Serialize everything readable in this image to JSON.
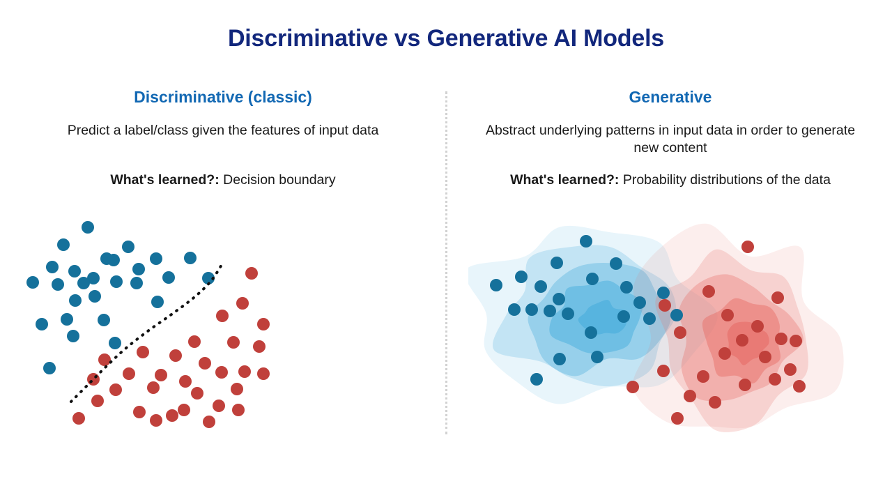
{
  "slide": {
    "title": "Discriminative vs Generative AI Models",
    "background": "#ffffff",
    "title_color": "#12277C",
    "heading_color": "#1268B3",
    "divider": "vertical-dotted-divider"
  },
  "palette": {
    "title_navy": "#12277C",
    "heading_blue": "#1268B3",
    "class_a_blue": "#15719B",
    "class_b_red": "#C0403B",
    "boundary_black": "#111111",
    "divider_gray": "#d2d2d2"
  },
  "columns": [
    {
      "id": "discriminative",
      "heading": "Discriminative (classic)",
      "description": "Predict a label/class given the features of input data",
      "learned_label": "What's learned?:",
      "learned_value": "Decision boundary",
      "figure": {
        "kind": "scatter-with-decision-boundary",
        "caption": "Two-class scatter separated by a dashed S-shaped decision boundary"
      }
    },
    {
      "id": "generative",
      "heading": "Generative",
      "description": "Abstract underlying patterns in input data in order to generate new content",
      "learned_label": "What's learned?:",
      "learned_value": "Probability distributions of the data",
      "figure": {
        "kind": "scatter-with-density-contours",
        "caption": "Two clusters each wrapped in nested probability-density contour bands"
      }
    }
  ],
  "chart_data": [
    {
      "id": "discriminative-scatter",
      "type": "scatter",
      "title": "Discriminative (classic)",
      "xlabel": "",
      "ylabel": "",
      "grid": false,
      "legend": false,
      "xlim": [
        0,
        580
      ],
      "ylim": [
        0,
        340
      ],
      "point_radius": 9,
      "series": [
        {
          "name": "class-a",
          "color": "#15719B",
          "points": [
            [
              96,
              26
            ],
            [
              61,
              51
            ],
            [
              154,
              54
            ],
            [
              123,
              71
            ],
            [
              45,
              83
            ],
            [
              77,
              89
            ],
            [
              104,
              99
            ],
            [
              133,
              73
            ],
            [
              17,
              105
            ],
            [
              53,
              108
            ],
            [
              90,
              106
            ],
            [
              169,
              86
            ],
            [
              194,
              71
            ],
            [
              212,
              98
            ],
            [
              243,
              70
            ],
            [
              269,
              99
            ],
            [
              137,
              104
            ],
            [
              166,
              106
            ],
            [
              78,
              131
            ],
            [
              106,
              125
            ],
            [
              196,
              133
            ],
            [
              66,
              158
            ],
            [
              119,
              159
            ],
            [
              30,
              165
            ],
            [
              75,
              182
            ],
            [
              135,
              192
            ],
            [
              41,
              228
            ]
          ]
        },
        {
          "name": "class-b",
          "color": "#C0403B",
          "points": [
            [
              331,
              92
            ],
            [
              318,
              135
            ],
            [
              289,
              153
            ],
            [
              348,
              165
            ],
            [
              305,
              191
            ],
            [
              249,
              190
            ],
            [
              342,
              197
            ],
            [
              175,
              205
            ],
            [
              222,
              210
            ],
            [
              264,
              221
            ],
            [
              120,
              216
            ],
            [
              155,
              236
            ],
            [
              201,
              238
            ],
            [
              288,
              234
            ],
            [
              236,
              247
            ],
            [
              321,
              233
            ],
            [
              104,
              244
            ],
            [
              136,
              259
            ],
            [
              190,
              256
            ],
            [
              253,
              264
            ],
            [
              310,
              258
            ],
            [
              348,
              236
            ],
            [
              284,
              282
            ],
            [
              234,
              288
            ],
            [
              110,
              275
            ],
            [
              170,
              291
            ],
            [
              217,
              296
            ],
            [
              312,
              288
            ],
            [
              270,
              305
            ],
            [
              194,
              303
            ],
            [
              83,
              300
            ]
          ]
        }
      ],
      "annotations": [
        {
          "name": "decision-boundary",
          "style": "dotted",
          "color": "#111111",
          "path": [
            [
              72,
              276
            ],
            [
              96,
              252
            ],
            [
              122,
              226
            ],
            [
              150,
              200
            ],
            [
              182,
              175
            ],
            [
              216,
              151
            ],
            [
              248,
              127
            ],
            [
              272,
              104
            ],
            [
              288,
              80
            ]
          ]
        }
      ]
    },
    {
      "id": "generative-density",
      "type": "scatter",
      "title": "Generative",
      "xlabel": "",
      "ylabel": "",
      "grid": false,
      "legend": false,
      "xlim": [
        0,
        580
      ],
      "ylim": [
        0,
        340
      ],
      "point_radius": 9,
      "contour_levels": 5,
      "series": [
        {
          "name": "cluster-blue",
          "color": "#15719B",
          "contour_color": "#4FB0DE",
          "contour_opacities": [
            0.13,
            0.24,
            0.38,
            0.55,
            0.75
          ],
          "points": [
            [
              169,
              46
            ],
            [
              127,
              77
            ],
            [
              212,
              78
            ],
            [
              76,
              97
            ],
            [
              178,
              100
            ],
            [
              104,
              111
            ],
            [
              130,
              129
            ],
            [
              227,
              112
            ],
            [
              246,
              134
            ],
            [
              40,
              109
            ],
            [
              66,
              144
            ],
            [
              91,
              144
            ],
            [
              117,
              146
            ],
            [
              143,
              150
            ],
            [
              223,
              154
            ],
            [
              176,
              177
            ],
            [
              260,
              157
            ],
            [
              280,
              120
            ],
            [
              299,
              152
            ],
            [
              131,
              215
            ],
            [
              185,
              212
            ],
            [
              98,
              244
            ]
          ]
        },
        {
          "name": "cluster-red",
          "color": "#C0403B",
          "contour_color": "#E8706A",
          "contour_opacities": [
            0.12,
            0.22,
            0.34,
            0.5,
            0.68
          ],
          "points": [
            [
              401,
              54
            ],
            [
              345,
              118
            ],
            [
              444,
              127
            ],
            [
              282,
              138
            ],
            [
              372,
              152
            ],
            [
              415,
              168
            ],
            [
              470,
              189
            ],
            [
              304,
              177
            ],
            [
              393,
              188
            ],
            [
              449,
              186
            ],
            [
              368,
              207
            ],
            [
              426,
              212
            ],
            [
              280,
              232
            ],
            [
              462,
              230
            ],
            [
              337,
              240
            ],
            [
              397,
              252
            ],
            [
              440,
              244
            ],
            [
              354,
              277
            ],
            [
              318,
              268
            ],
            [
              236,
              255
            ],
            [
              475,
              254
            ],
            [
              300,
              300
            ]
          ]
        }
      ]
    }
  ]
}
